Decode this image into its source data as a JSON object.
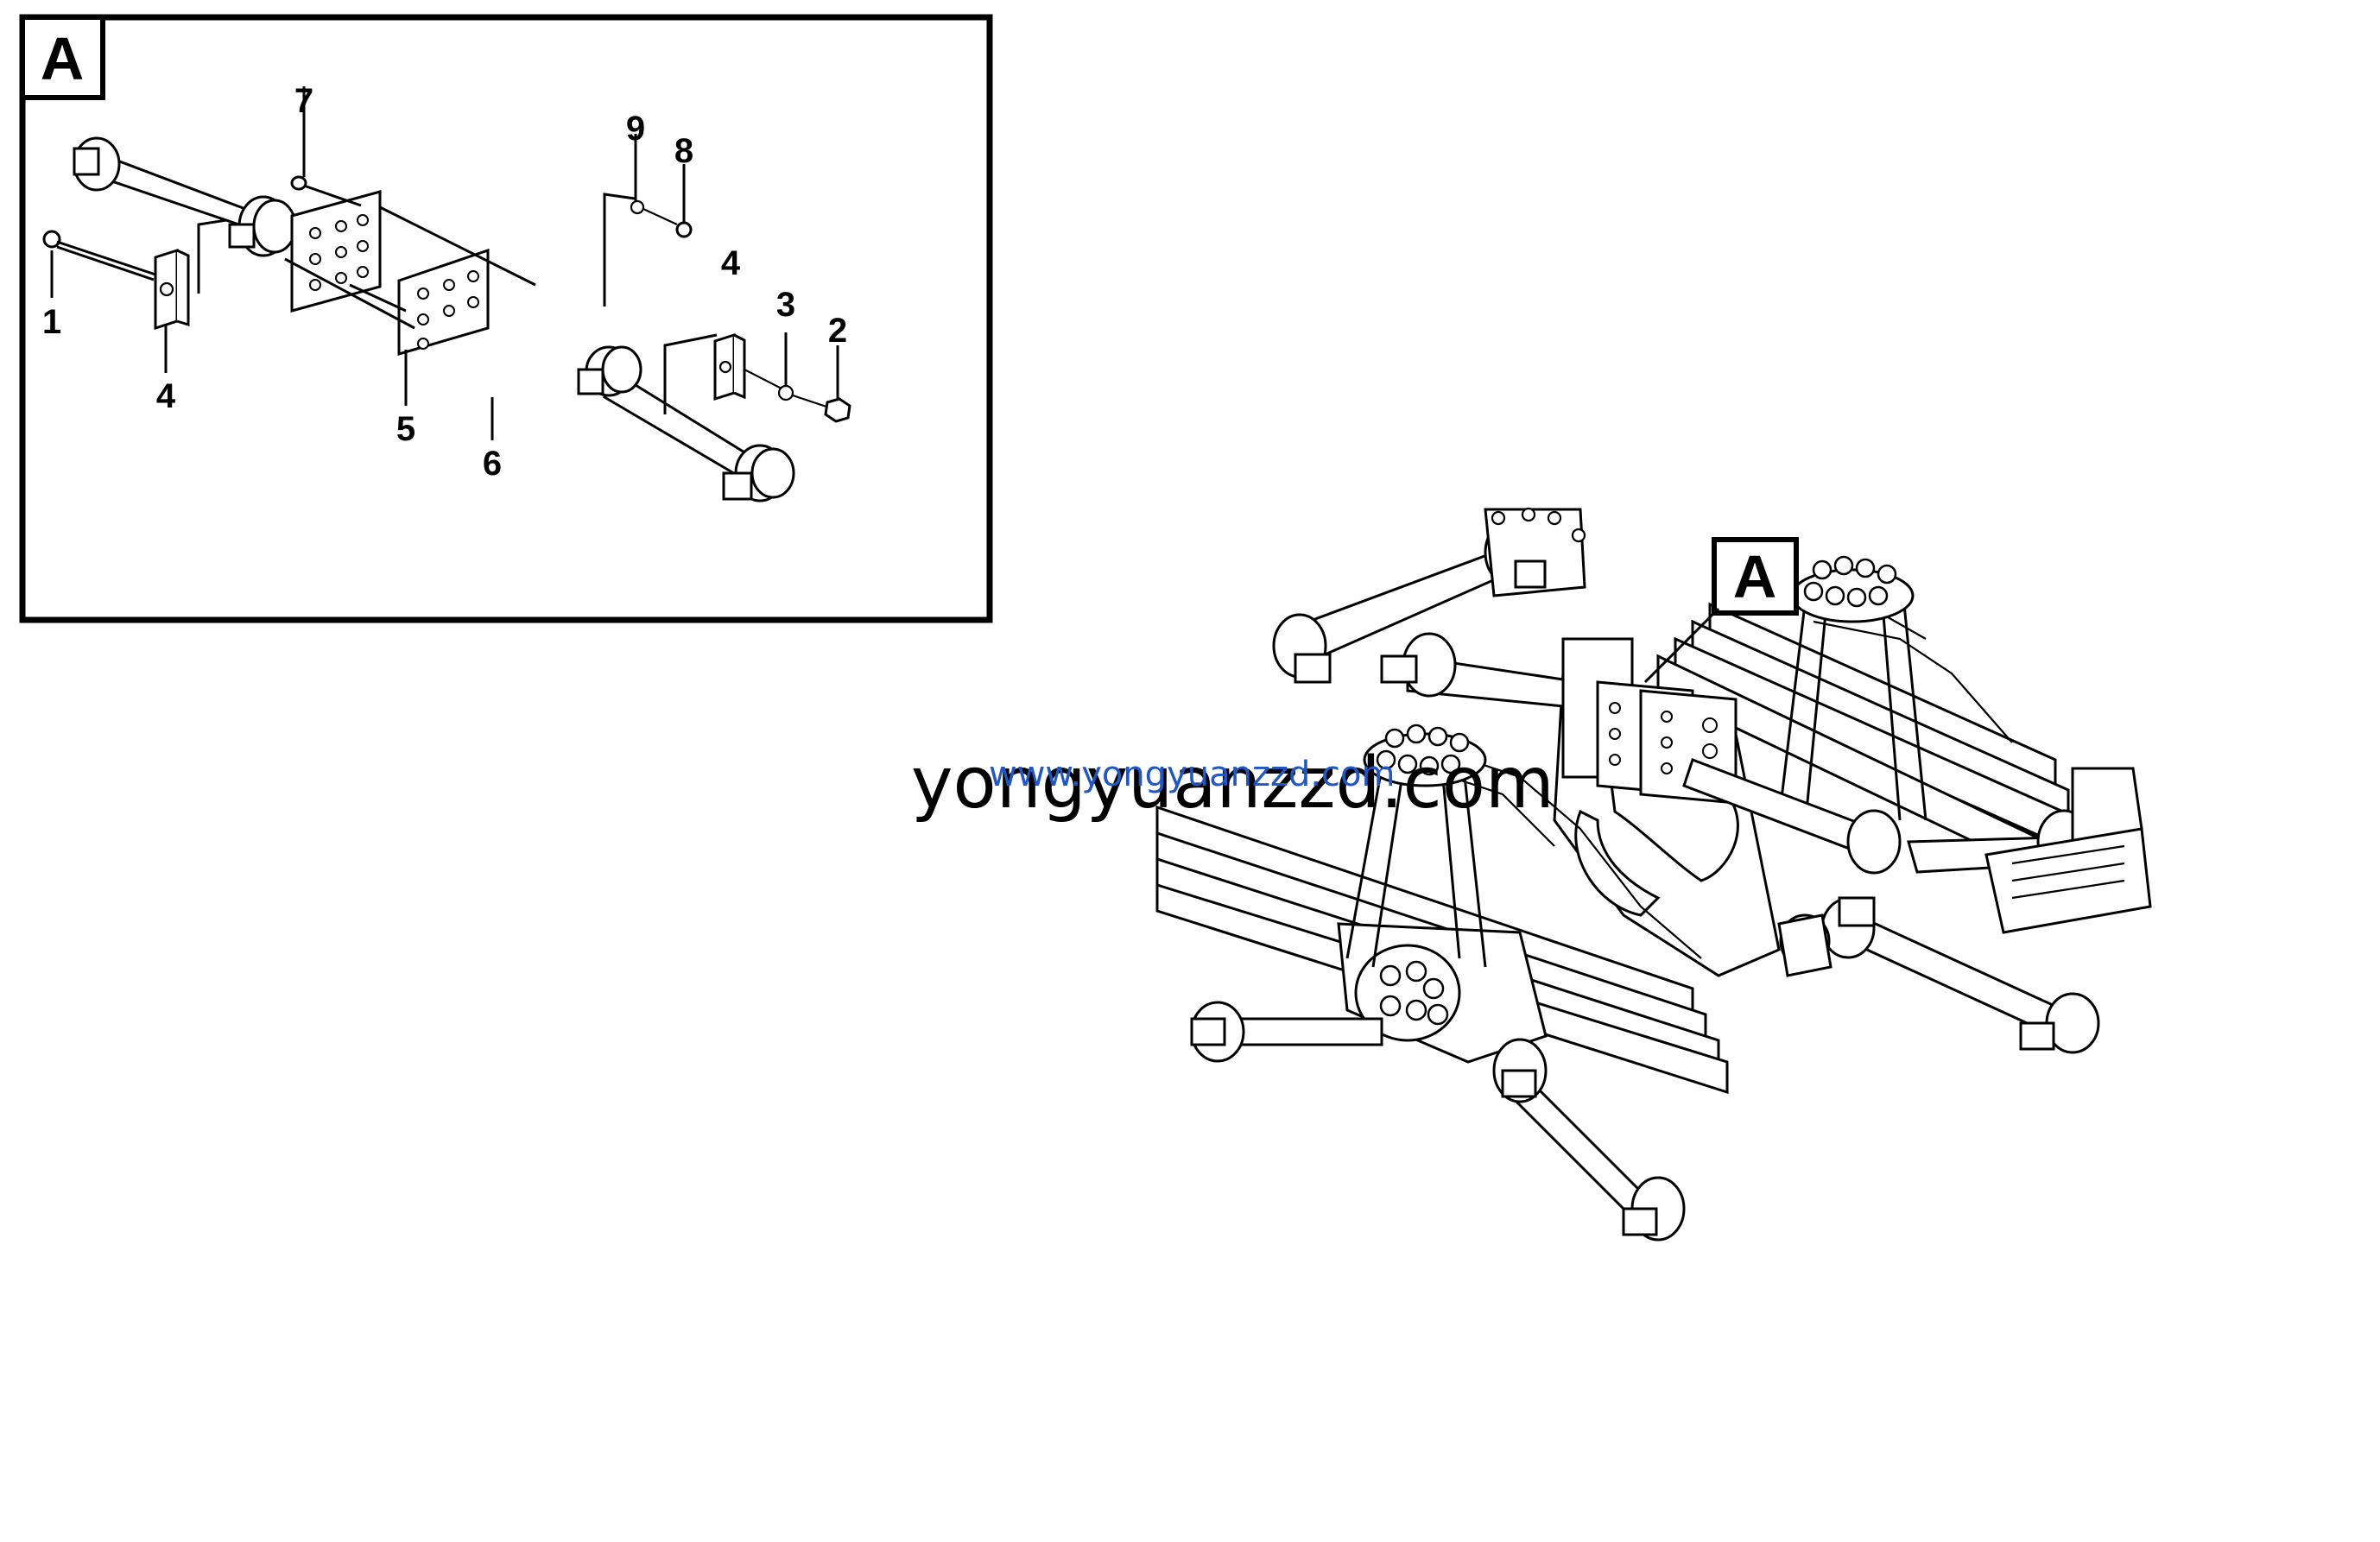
{
  "detail_view": {
    "title": "A",
    "callouts": [
      {
        "label": "1"
      },
      {
        "label": "4"
      },
      {
        "label": "7"
      },
      {
        "label": "5"
      },
      {
        "label": "6"
      },
      {
        "label": "9"
      },
      {
        "label": "8"
      },
      {
        "label": "4"
      },
      {
        "label": "3"
      },
      {
        "label": "2"
      }
    ]
  },
  "assembly_view": {
    "marker": "A"
  },
  "watermark": {
    "text": "yongyuanzzd.com",
    "overlay_text": "www.yongyuanzzd.com"
  }
}
